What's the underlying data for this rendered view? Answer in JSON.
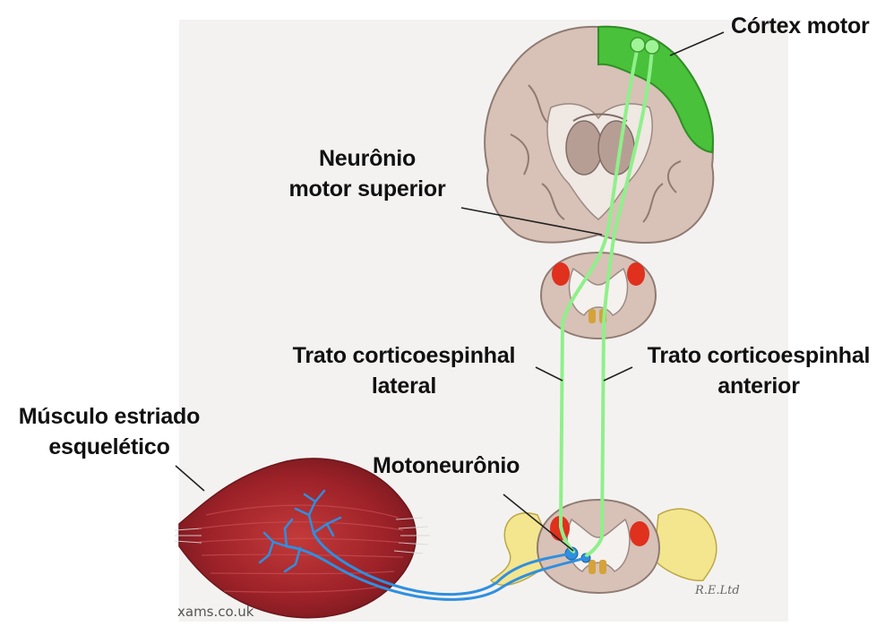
{
  "labels": {
    "motor_cortex": "Córtex motor",
    "upper_motor_neuron_line1": "Neurônio",
    "upper_motor_neuron_line2": "motor superior",
    "lateral_tract_line1": "Trato corticoespinhal",
    "lateral_tract_line2": "lateral",
    "anterior_tract_line1": "Trato corticoespinhal",
    "anterior_tract_line2": "anterior",
    "muscle_line1": "Músculo estriado",
    "muscle_line2": "esquelético",
    "motoneuron": "Motoneurônio"
  },
  "credits": {
    "source": "xams.co.uk",
    "signature": "R.E.Ltd"
  },
  "colors": {
    "cortex_green": "#3fbf2f",
    "tract_green": "#8ff08a",
    "brain_tissue": "#d9c2b8",
    "white_matter": "#f1ece8",
    "nucleus_red": "#e0301e",
    "nerve_blue": "#2f8fe0",
    "muscle_red": "#a4262c",
    "ganglion_yellow": "#f5e79a"
  }
}
